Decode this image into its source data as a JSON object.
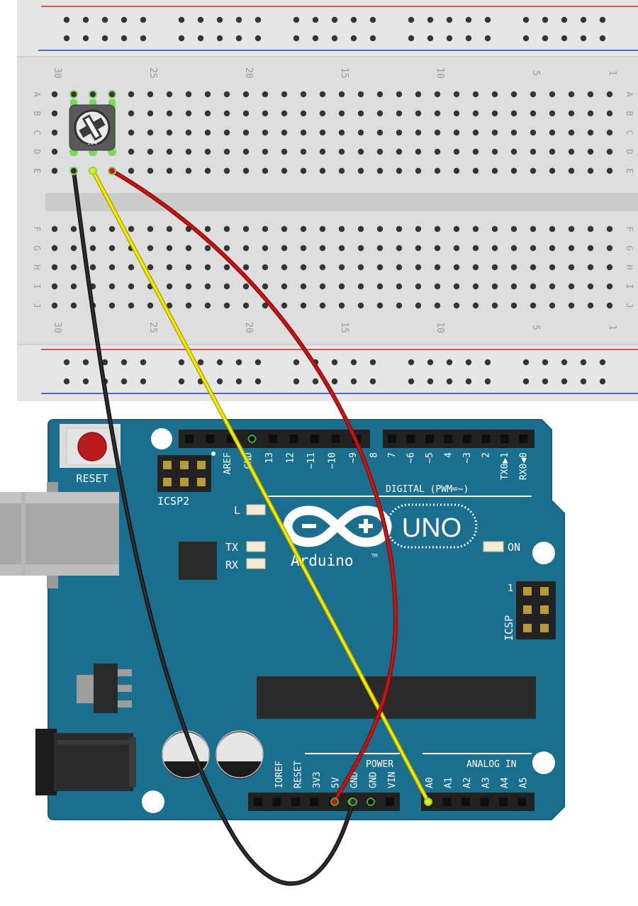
{
  "breadboard": {
    "column_numbers": [
      "30",
      "25",
      "20",
      "15",
      "10",
      "5",
      "1"
    ],
    "top_row_letters": [
      "A",
      "B",
      "C",
      "D",
      "E"
    ],
    "bottom_row_letters": [
      "F",
      "G",
      "H",
      "I",
      "J"
    ]
  },
  "potentiometer": {
    "label": "104"
  },
  "arduino": {
    "reset_label": "RESET",
    "icsp2_label": "ICSP2",
    "icsp_label": "ICSP",
    "icsp_pin1_label": "1",
    "uno_label": "UNO",
    "brand_label": "Arduino",
    "tm_mark": "TM",
    "led_labels": {
      "l": "L",
      "tx": "TX",
      "rx": "RX",
      "on": "ON"
    },
    "digital_label": "DIGITAL (PWM=~)",
    "power_label": "POWER",
    "analog_label": "ANALOG IN",
    "digital_pins_left": [
      "AREF",
      "GND",
      "13",
      "12",
      "~11",
      "~10",
      "~9",
      "8"
    ],
    "digital_pins_right": [
      "7",
      "~6",
      "~5",
      "4",
      "~3",
      "2",
      "TX0▶1",
      "RX0◀0"
    ],
    "power_pins": [
      "IOREF",
      "RESET",
      "3V3",
      "5V",
      "GND",
      "GND",
      "VIN"
    ],
    "analog_pins": [
      "A0",
      "A1",
      "A2",
      "A3",
      "A4",
      "A5"
    ]
  },
  "colors": {
    "board_teal": "#1a6f8f",
    "board_edge": "#175f7a",
    "breadboard": "#dedede",
    "rail_red": "#d82020",
    "rail_blue": "#2040c8",
    "wire_black": "#222222",
    "wire_yellow": "#f2ea00",
    "wire_red": "#c71414",
    "pin_highlight": "#7fd65c"
  },
  "wires": [
    {
      "name": "wire-black",
      "from": "potentiometer-pin-1",
      "to": "GND"
    },
    {
      "name": "wire-yellow",
      "from": "potentiometer-wiper",
      "to": "A0"
    },
    {
      "name": "wire-red",
      "from": "potentiometer-pin-3",
      "to": "5V"
    }
  ]
}
